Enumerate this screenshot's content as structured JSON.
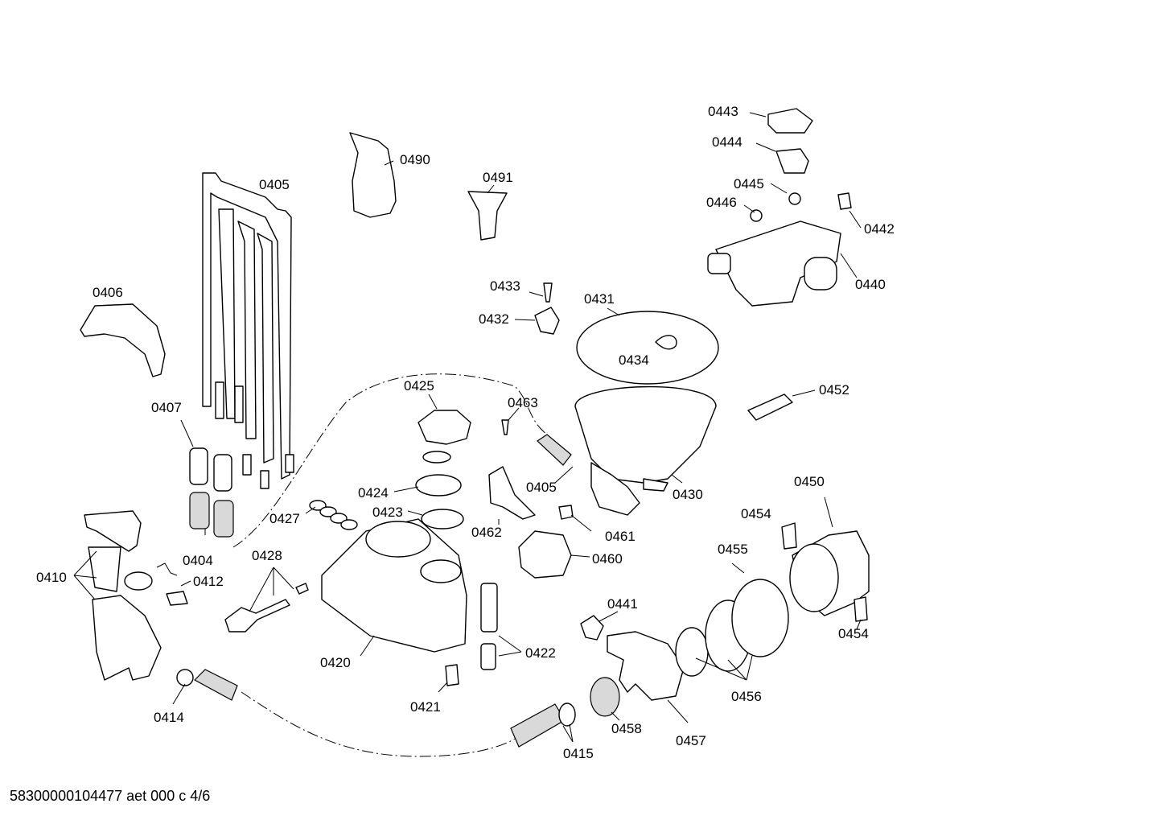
{
  "labels": {
    "l0443": "0443",
    "l0444": "0444",
    "l0445": "0445",
    "l0446": "0446",
    "l0442": "0442",
    "l0440": "0440",
    "l0490": "0490",
    "l0491": "0491",
    "l0405a": "0405",
    "l0406": "0406",
    "l0433": "0433",
    "l0432": "0432",
    "l0431": "0431",
    "l0434": "0434",
    "l0452": "0452",
    "l0425": "0425",
    "l0463": "0463",
    "l0407": "0407",
    "l0405b": "0405",
    "l0430": "0430",
    "l0424": "0424",
    "l0450": "0450",
    "l0423": "0423",
    "l0427": "0427",
    "l0462": "0462",
    "l0454a": "0454",
    "l0461": "0461",
    "l0455": "0455",
    "l0404": "0404",
    "l0428": "0428",
    "l0460": "0460",
    "l0410": "0410",
    "l0412": "0412",
    "l0441": "0441",
    "l0454b": "0454",
    "l0422": "0422",
    "l0420": "0420",
    "l0456": "0456",
    "l0421": "0421",
    "l0414": "0414",
    "l0458": "0458",
    "l0457": "0457",
    "l0415": "0415"
  },
  "footer": "58300000104477 aet 000 c 4/6"
}
